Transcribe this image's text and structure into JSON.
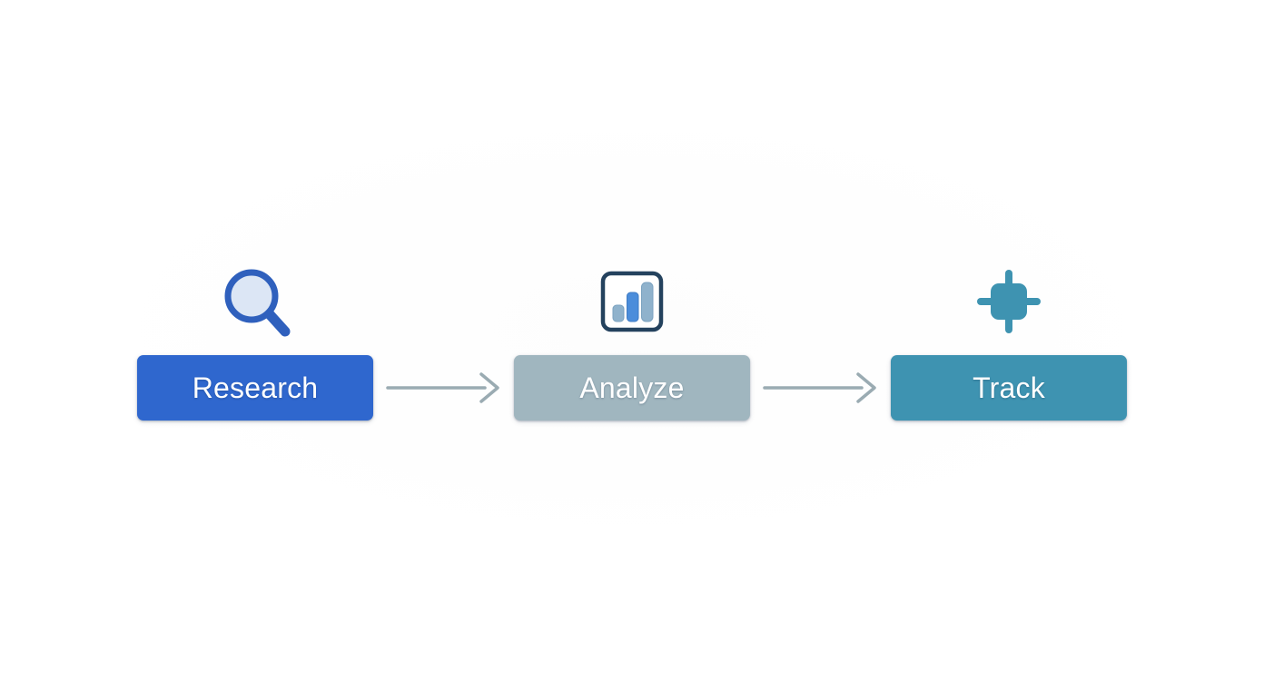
{
  "diagram": {
    "title": "Research to Analyze to Track workflow",
    "orientation": "horizontal",
    "background_color": "#ffffff",
    "steps": [
      {
        "id": "research",
        "label": "Research",
        "icon": "magnifier-icon",
        "button_color": "#2f67ce",
        "text_color": "#ffffff",
        "icon_colors": {
          "ring": "#2f60bd",
          "lens_fill": "#dce6f5",
          "handle": "#2f60bd"
        }
      },
      {
        "id": "analyze",
        "label": "Analyze",
        "icon": "bar-chart-icon",
        "button_color": "#a0b6bf",
        "text_color": "#ffffff",
        "icon_colors": {
          "frame": "#24425e",
          "bar_small": "#8fb2cc",
          "bar_medium": "#4b8ddb",
          "bar_large": "#8fb2cc"
        }
      },
      {
        "id": "track",
        "label": "Track",
        "icon": "crosshair-target-icon",
        "button_color": "#3e93b1",
        "text_color": "#ffffff",
        "icon_colors": {
          "shape": "#3e93b1"
        }
      }
    ],
    "connectors": [
      {
        "id": "research-to-analyze",
        "from": "research",
        "to": "analyze",
        "style": "arrow-right",
        "color": "#9aabb2"
      },
      {
        "id": "analyze-to-track",
        "from": "analyze",
        "to": "track",
        "style": "arrow-right",
        "color": "#9aabb2"
      }
    ]
  }
}
